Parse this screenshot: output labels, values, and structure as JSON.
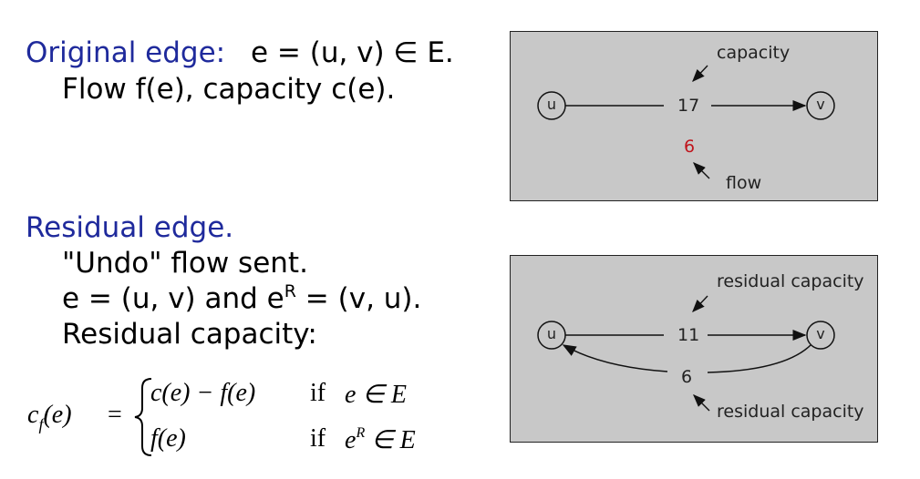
{
  "original": {
    "heading": "Original edge:",
    "edge_def": "e = (u, v)  ∈ E.",
    "line2": "Flow f(e), capacity c(e)."
  },
  "residual": {
    "heading": "Residual edge.",
    "line1": "\"Undo\" flow sent.",
    "line2_a": "e = (u, v) and e",
    "line2_sup": "R",
    "line2_b": " = (v, u).",
    "line3": "Residual capacity:"
  },
  "formula": {
    "lhs_c": "c",
    "lhs_sub": "f",
    "lhs_arg": "(e)",
    "equals": "=",
    "case1_expr": "c(e) − f(e)",
    "case1_cond_if": "if",
    "case1_cond": "e ∈ E",
    "case2_expr": "f(e)",
    "case2_cond_if": "if",
    "case2_cond_e": "e",
    "case2_cond_sup": "R",
    "case2_cond_tail": " ∈ E"
  },
  "diagram_top": {
    "node_u": "u",
    "node_v": "v",
    "capacity_value": "17",
    "flow_value": "6",
    "capacity_label": "capacity",
    "flow_label": "flow",
    "flow_color": "#c0141c"
  },
  "diagram_bottom": {
    "node_u": "u",
    "node_v": "v",
    "forward_value": "11",
    "backward_value": "6",
    "label_top": "residual capacity",
    "label_bottom": "residual capacity"
  },
  "colors": {
    "heading": "#1f2a9c",
    "panel_bg": "#c8c8c8"
  }
}
